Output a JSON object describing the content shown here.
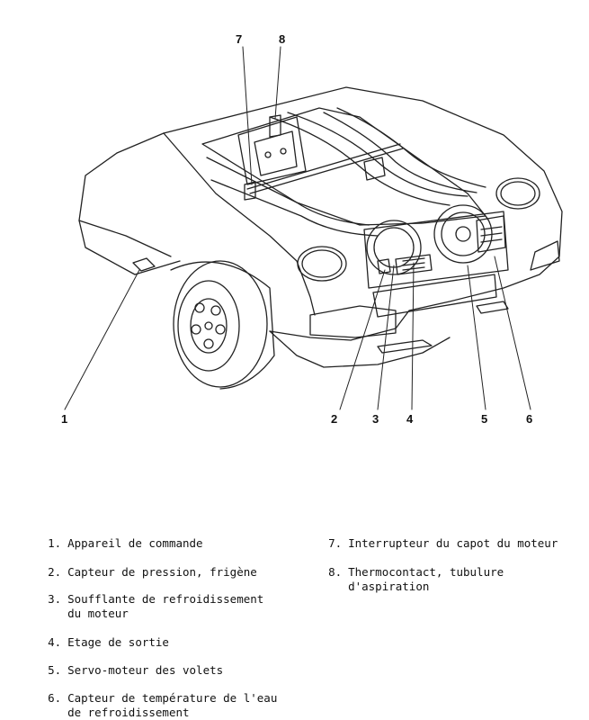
{
  "callouts": [
    "1",
    "2",
    "3",
    "4",
    "5",
    "6",
    "7",
    "8"
  ],
  "legend": [
    {
      "num": "1.",
      "text": "Appareil de commande"
    },
    {
      "num": "2.",
      "text": "Capteur de pression, frigène"
    },
    {
      "num": "3.",
      "text": "Soufflante de refroidissement\ndu moteur"
    },
    {
      "num": "4.",
      "text": "Etage de sortie"
    },
    {
      "num": "5.",
      "text": "Servo-moteur des volets"
    },
    {
      "num": "6.",
      "text": "Capteur de température de l'eau\nde refroidissement"
    },
    {
      "num": "7.",
      "text": "Interrupteur du capot du moteur"
    },
    {
      "num": "8.",
      "text": "Thermocontact, tubulure\nd'aspiration"
    }
  ]
}
